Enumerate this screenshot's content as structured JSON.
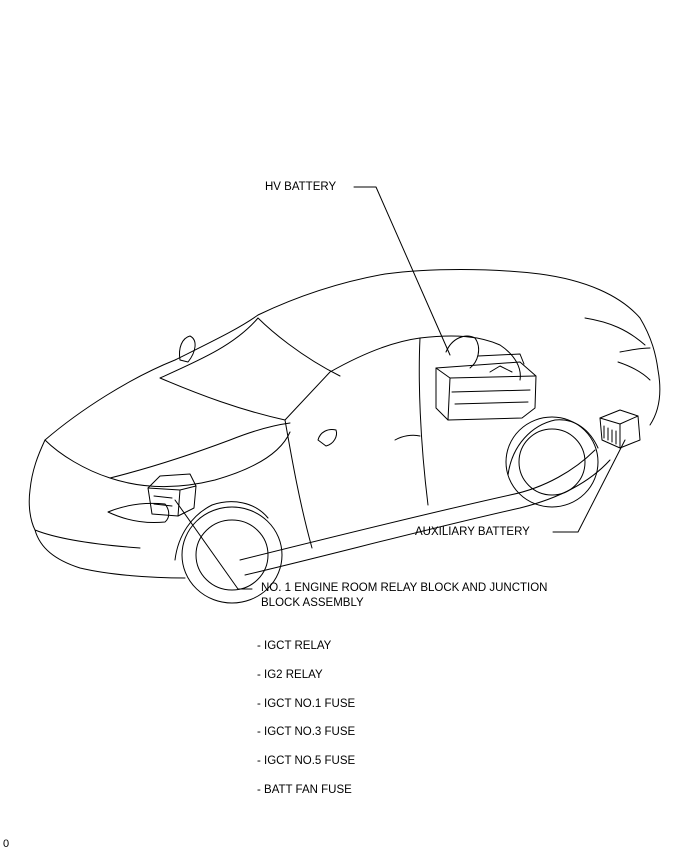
{
  "labels": {
    "hv_battery": "HV BATTERY",
    "auxiliary_battery": "AUXILIARY BATTERY",
    "relay_block_line1": "NO. 1 ENGINE ROOM RELAY BLOCK AND JUNCTION",
    "relay_block_line2": "BLOCK ASSEMBLY"
  },
  "relay_block_items": [
    "- IGCT RELAY",
    "- IG2 RELAY",
    "- IGCT NO.1 FUSE",
    "- IGCT NO.3 FUSE",
    "- IGCT NO.5 FUSE",
    "- BATT FAN FUSE"
  ],
  "figure_code": "0"
}
